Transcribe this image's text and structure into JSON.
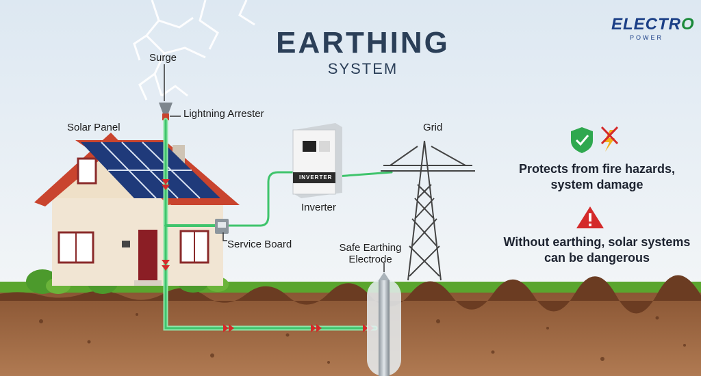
{
  "header": {
    "title": "EARTHING",
    "subtitle": "SYSTEM"
  },
  "logo": {
    "name_main": "ELECTR",
    "name_tail": "O",
    "tagline": "POWER"
  },
  "labels": {
    "surge": "Surge",
    "lightning_arrester": "Lightning Arrester",
    "solar_panel": "Solar Panel",
    "inverter": "Inverter",
    "inverter_device_text": "INVERTER",
    "grid": "Grid",
    "service_board": "Service Board",
    "safe_earthing_electrode_line1": "Safe Earthing",
    "safe_earthing_electrode_line2": "Electrode"
  },
  "benefits": [
    {
      "icon": "shield-check-icon",
      "text": "Protects from fire hazards, system damage"
    },
    {
      "icon": "warning-triangle-icon",
      "text": "Without earthing, solar systems can be dangerous"
    }
  ],
  "colors": {
    "title": "#2b3f58",
    "earth_wire": "#4fd27a",
    "roof": "#c9442e",
    "soil": "#7a4a2c",
    "grass": "#5aa52e",
    "brand": "#1b3f86"
  }
}
